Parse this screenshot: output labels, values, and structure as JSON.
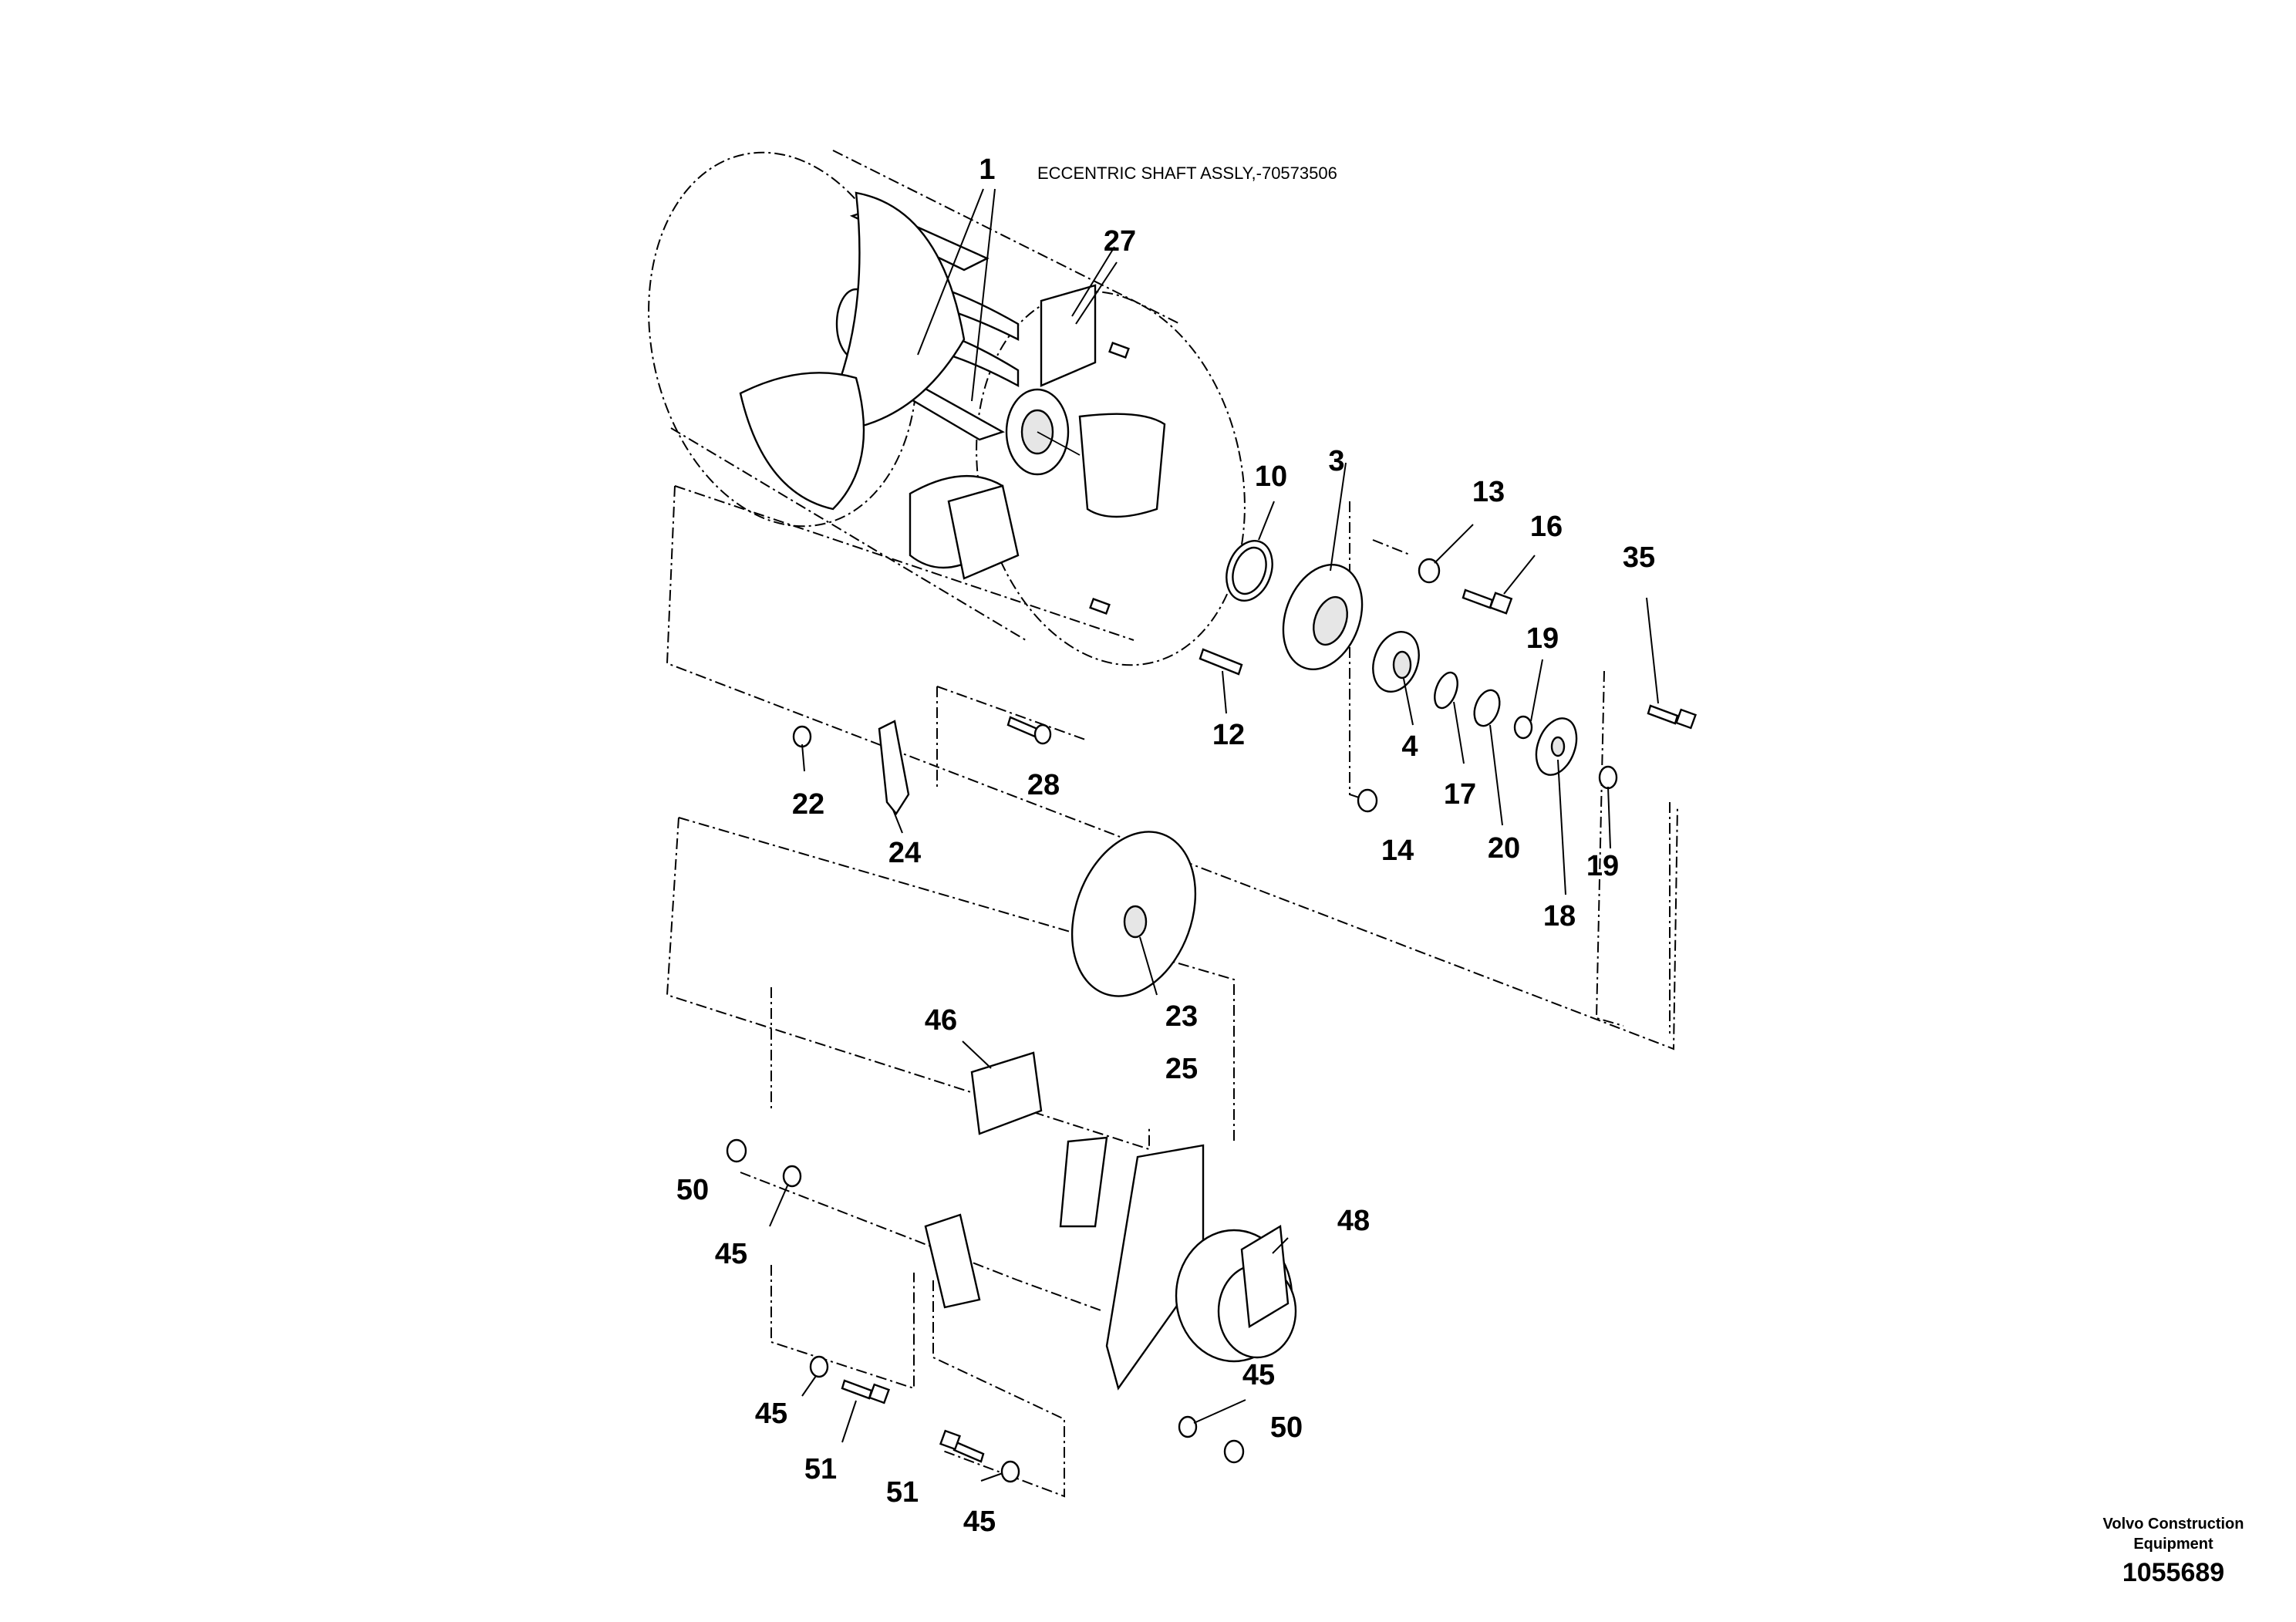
{
  "diagram": {
    "note": "ECCENTRIC SHAFT ASSLY,-70573506",
    "labels": [
      "1",
      "27",
      "10",
      "3",
      "13",
      "16",
      "35",
      "19",
      "12",
      "4",
      "17",
      "20",
      "18",
      "19",
      "14",
      "22",
      "28",
      "24",
      "23",
      "25",
      "46",
      "50",
      "45",
      "48",
      "45",
      "50",
      "45",
      "51",
      "51",
      "45"
    ]
  },
  "footer": {
    "brand_line1": "Volvo Construction",
    "brand_line2": "Equipment",
    "drawing_number": "1055689"
  }
}
